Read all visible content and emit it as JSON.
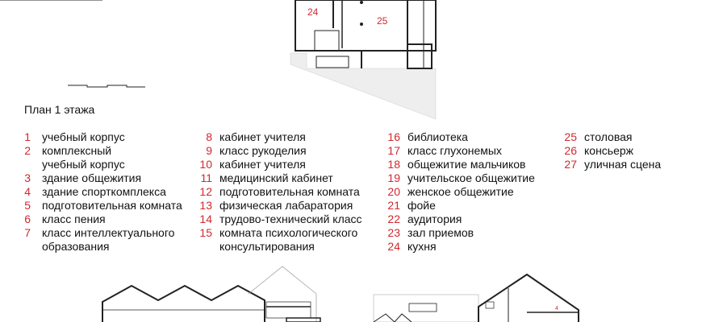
{
  "plan_title": "План 1 этажа",
  "room_labels": {
    "kitchen": "24",
    "dining": "25",
    "section_sport": "4"
  },
  "legend": [
    [
      {
        "num": "1",
        "label": "учебный корпус"
      },
      {
        "num": "2",
        "label": "комплексный\nучебный корпус"
      },
      {
        "num": "3",
        "label": "здание общежития"
      },
      {
        "num": "4",
        "label": "здание спорткомплекса"
      },
      {
        "num": "5",
        "label": "подготовительная комната"
      },
      {
        "num": "6",
        "label": "класс пения"
      },
      {
        "num": "7",
        "label": "класс интеллектуального\nобразования"
      }
    ],
    [
      {
        "num": "8",
        "label": "кабинет учителя"
      },
      {
        "num": "9",
        "label": "класс рукоделия"
      },
      {
        "num": "10",
        "label": "кабинет учителя"
      },
      {
        "num": "11",
        "label": "медицинский кабинет"
      },
      {
        "num": "12",
        "label": "подготовительная комната"
      },
      {
        "num": "13",
        "label": "физическая лабаратория"
      },
      {
        "num": "14",
        "label": "трудово-технический класс"
      },
      {
        "num": "15",
        "label": "комната психологического\nконсультирования"
      }
    ],
    [
      {
        "num": "16",
        "label": "библиотека"
      },
      {
        "num": "17",
        "label": "класс глухонемых"
      },
      {
        "num": "18",
        "label": "общежитие мальчиков"
      },
      {
        "num": "19",
        "label": "учительское общежитие"
      },
      {
        "num": "20",
        "label": "женское общежитие"
      },
      {
        "num": "21",
        "label": "фойе"
      },
      {
        "num": "22",
        "label": "аудитория"
      },
      {
        "num": "23",
        "label": "зал приемов"
      },
      {
        "num": "24",
        "label": "кухня"
      }
    ],
    [
      {
        "num": "25",
        "label": "столовая"
      },
      {
        "num": "26",
        "label": "консьерж"
      },
      {
        "num": "27",
        "label": "уличная сцена"
      }
    ]
  ],
  "colors": {
    "accent": "#d0282e"
  }
}
